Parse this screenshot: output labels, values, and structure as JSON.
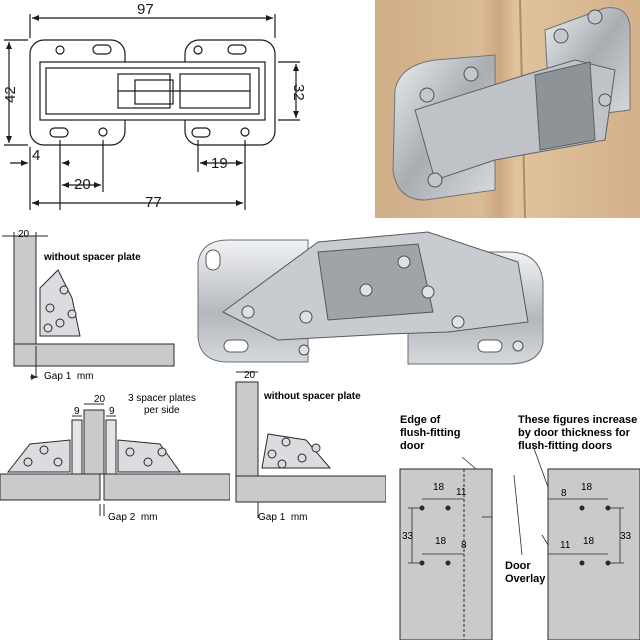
{
  "top_drawing": {
    "dims": {
      "overall_width": "97",
      "overall_height": "42",
      "inner_height": "32",
      "edge_offset": "4",
      "hole_spacing_left": "20",
      "hole_spacing_right": "19",
      "hole_span": "77"
    }
  },
  "left_install": {
    "thickness": "20",
    "label": "without spacer plate",
    "gap_label": "Gap",
    "gap_value": "1",
    "gap_unit": "mm"
  },
  "middle_install": {
    "thickness": "20",
    "spacer_a": "9",
    "spacer_b": "9",
    "label_line1": "3 spacer plates",
    "label_line2": "per side",
    "gap_label": "Gap",
    "gap_value": "2",
    "gap_unit": "mm"
  },
  "right_install": {
    "thickness": "20",
    "label": "without spacer plate",
    "gap_label": "Gap",
    "gap_value": "1",
    "gap_unit": "mm"
  },
  "drill_left": {
    "label_line1": "Edge of",
    "label_line2": "flush-fitting",
    "label_line3": "door",
    "dim_top_a": "18",
    "dim_top_b": "11",
    "dim_vertical": "33",
    "dim_bottom_a": "18",
    "dim_bottom_b": "8",
    "overlay_line1": "Door",
    "overlay_line2": "Overlay"
  },
  "drill_right": {
    "label_line1": "These figures increase",
    "label_line2": "by door thickness for",
    "label_line3": "flush-fitting doors",
    "dim_top_a": "8",
    "dim_top_b": "18",
    "dim_bottom_a": "11",
    "dim_bottom_b": "18",
    "dim_vertical": "33"
  },
  "colors": {
    "line": "#1a1a1a",
    "panel_gray": "#c9cacb",
    "metal": "#b9bcc0",
    "wood": "#d6b48c"
  }
}
